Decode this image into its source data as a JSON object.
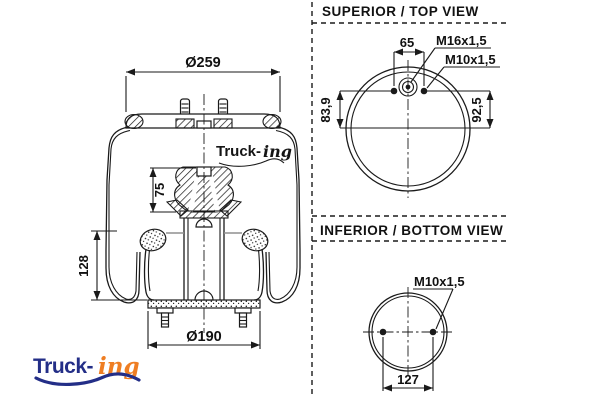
{
  "colors": {
    "line": "#1a1a1a",
    "logo_navy": "#232e87",
    "logo_orange": "#ef7e23",
    "background": "#ffffff"
  },
  "side_view": {
    "watermark_text1": "Truck-",
    "watermark_text2": "ing",
    "dim_top_diameter": "Ø259",
    "dim_bumper_height": "75",
    "dim_lobe_height": "128",
    "dim_piston_diameter": "Ø190"
  },
  "top_view": {
    "title": "SUPERIOR / TOP VIEW",
    "dim_stud_spacing": "65",
    "label_center_thread": "M16x1,5",
    "label_stud_thread": "M10x1,5",
    "dim_left": "83,9",
    "dim_right": "92,5"
  },
  "bottom_view": {
    "title": "INFERIOR / BOTTOM VIEW",
    "label_stud_thread": "M10x1,5",
    "dim_stud_spacing": "127"
  },
  "logo": {
    "text1": "Truck-",
    "text2": "ing"
  }
}
